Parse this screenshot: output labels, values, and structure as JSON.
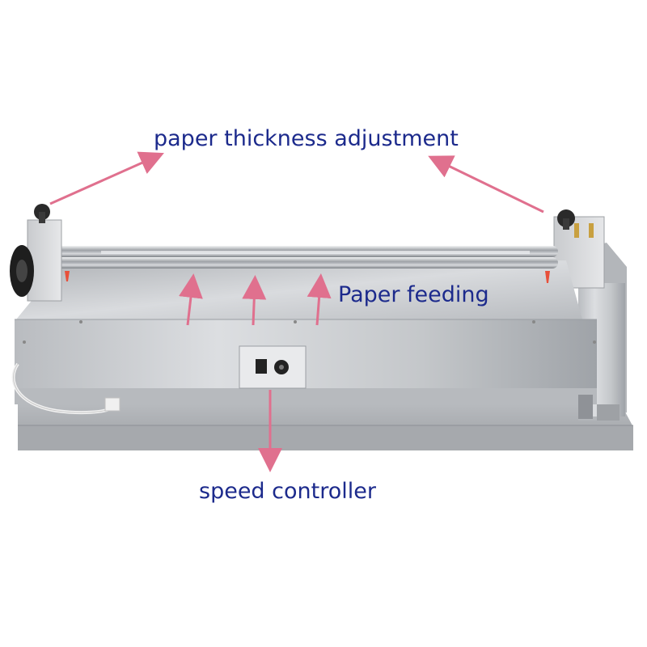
{
  "annotations": {
    "thickness": "paper thickness adjustment",
    "feeding": "Paper feeding",
    "speed": "speed controller"
  },
  "colors": {
    "label_text": "#1c2a8c",
    "arrow": "#e0708e",
    "steel": "#c7c9cc",
    "base": "#a9acb0"
  }
}
